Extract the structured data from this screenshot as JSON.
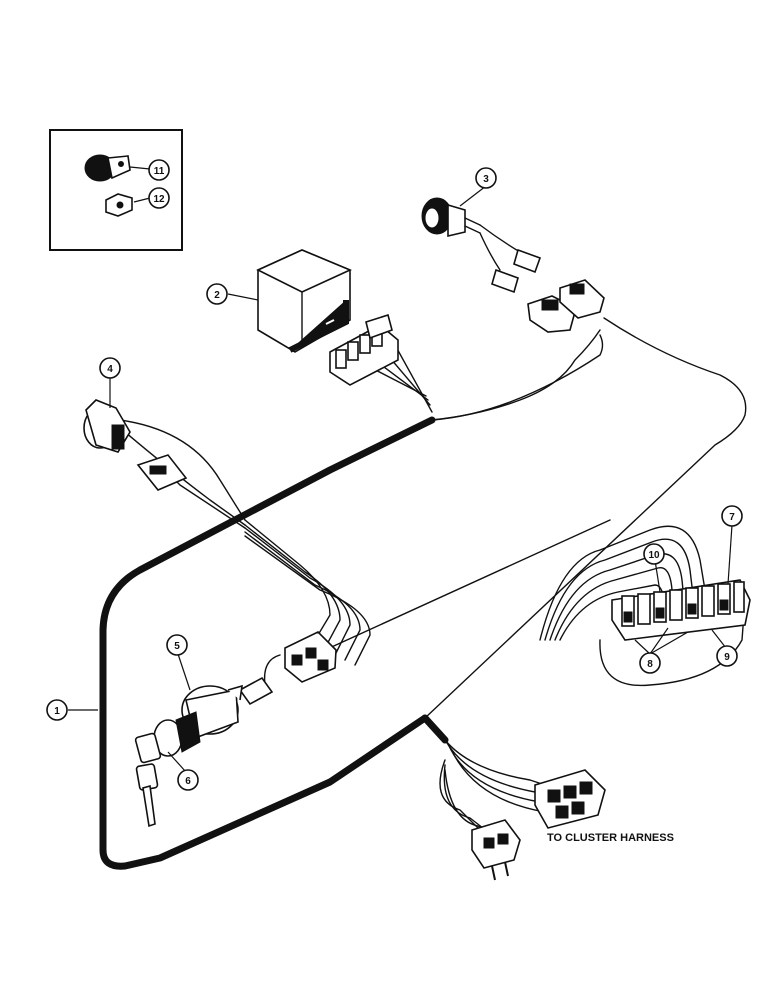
{
  "callouts": {
    "c1": "1",
    "c2": "2",
    "c3": "3",
    "c4": "4",
    "c5": "5",
    "c6": "6",
    "c7": "7",
    "c8": "8",
    "c9": "9",
    "c10": "10",
    "c11": "11",
    "c12": "12"
  },
  "labels": {
    "cluster_harness": "TO CLUSTER HARNESS"
  }
}
